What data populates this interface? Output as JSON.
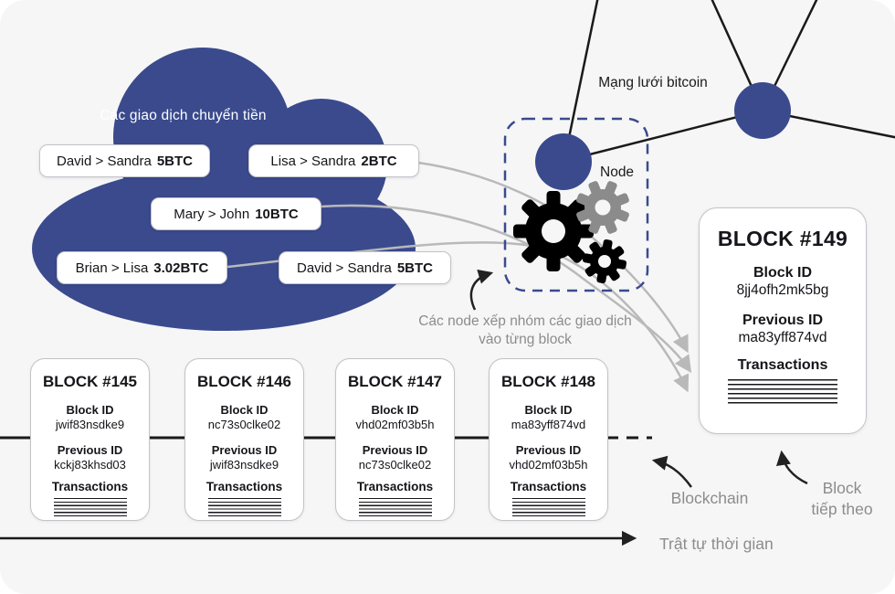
{
  "colors": {
    "navy": "#3a4a8d",
    "background": "#f6f6f7",
    "gray_text": "#8c8c8c",
    "gray_arrow": "#b9b9b9",
    "ink": "#1a1a1a",
    "card_border": "#c3c3c8"
  },
  "cloud": {
    "label": "Các giao dịch chuyển tiền"
  },
  "transactions": [
    {
      "parties": "David > Sandra",
      "amount": "5BTC"
    },
    {
      "parties": "Lisa > Sandra",
      "amount": "2BTC"
    },
    {
      "parties": "Mary > John",
      "amount": "10BTC"
    },
    {
      "parties": "Brian > Lisa",
      "amount": "3.02BTC"
    },
    {
      "parties": "David > Sandra",
      "amount": "5BTC"
    }
  ],
  "network": {
    "label": "Mạng lưới bitcoin",
    "node_label": "Node"
  },
  "icons": [
    "node-circle-icon",
    "gear-icon",
    "network-hub-icon"
  ],
  "annotations": {
    "grouping_line1": "Các node xếp nhóm các giao dịch",
    "grouping_line2": "vào từng block",
    "blockchain": "Blockchain",
    "next_block_line1": "Block",
    "next_block_line2": "tiếp theo",
    "timeline": "Trật tự thời gian"
  },
  "block_labels": {
    "block_id": "Block ID",
    "previous_id": "Previous ID",
    "transactions": "Transactions"
  },
  "blocks": [
    {
      "title": "BLOCK #145",
      "block_id": "jwif83nsdke9",
      "previous_id": "kckj83khsd03"
    },
    {
      "title": "BLOCK #146",
      "block_id": "nc73s0clke02",
      "previous_id": "jwif83nsdke9"
    },
    {
      "title": "BLOCK #147",
      "block_id": "vhd02mf03b5h",
      "previous_id": "nc73s0clke02"
    },
    {
      "title": "BLOCK #148",
      "block_id": "ma83yff874vd",
      "previous_id": "vhd02mf03b5h"
    }
  ],
  "next_block_card": {
    "title": "BLOCK #149",
    "block_id": "8jj4ofh2mk5bg",
    "previous_id": "ma83yff874vd"
  }
}
